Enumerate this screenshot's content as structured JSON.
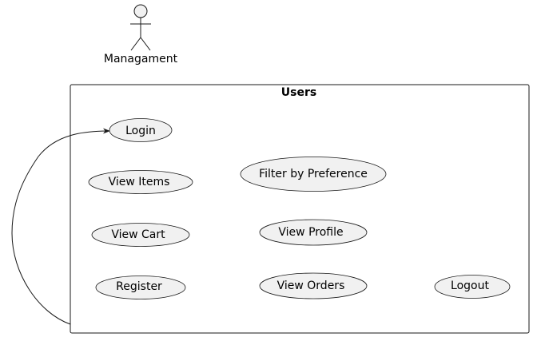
{
  "actor": {
    "name": "Managament",
    "icon": "stick-figure-icon"
  },
  "system": {
    "title": "Users"
  },
  "use_cases": [
    {
      "id": "login",
      "label": "Login"
    },
    {
      "id": "view-items",
      "label": "View Items"
    },
    {
      "id": "filter-by-preference",
      "label": "Filter by Preference"
    },
    {
      "id": "view-cart",
      "label": "View Cart"
    },
    {
      "id": "view-profile",
      "label": "View Profile"
    },
    {
      "id": "register",
      "label": "Register"
    },
    {
      "id": "view-orders",
      "label": "View Orders"
    },
    {
      "id": "logout",
      "label": "Logout"
    }
  ],
  "associations": [
    {
      "from": "system-boundary",
      "to": "login",
      "arrow": "open-arrowhead"
    }
  ],
  "colors": {
    "usecase_fill": "#f1f1f1",
    "stroke": "#181818",
    "background": "#ffffff"
  }
}
